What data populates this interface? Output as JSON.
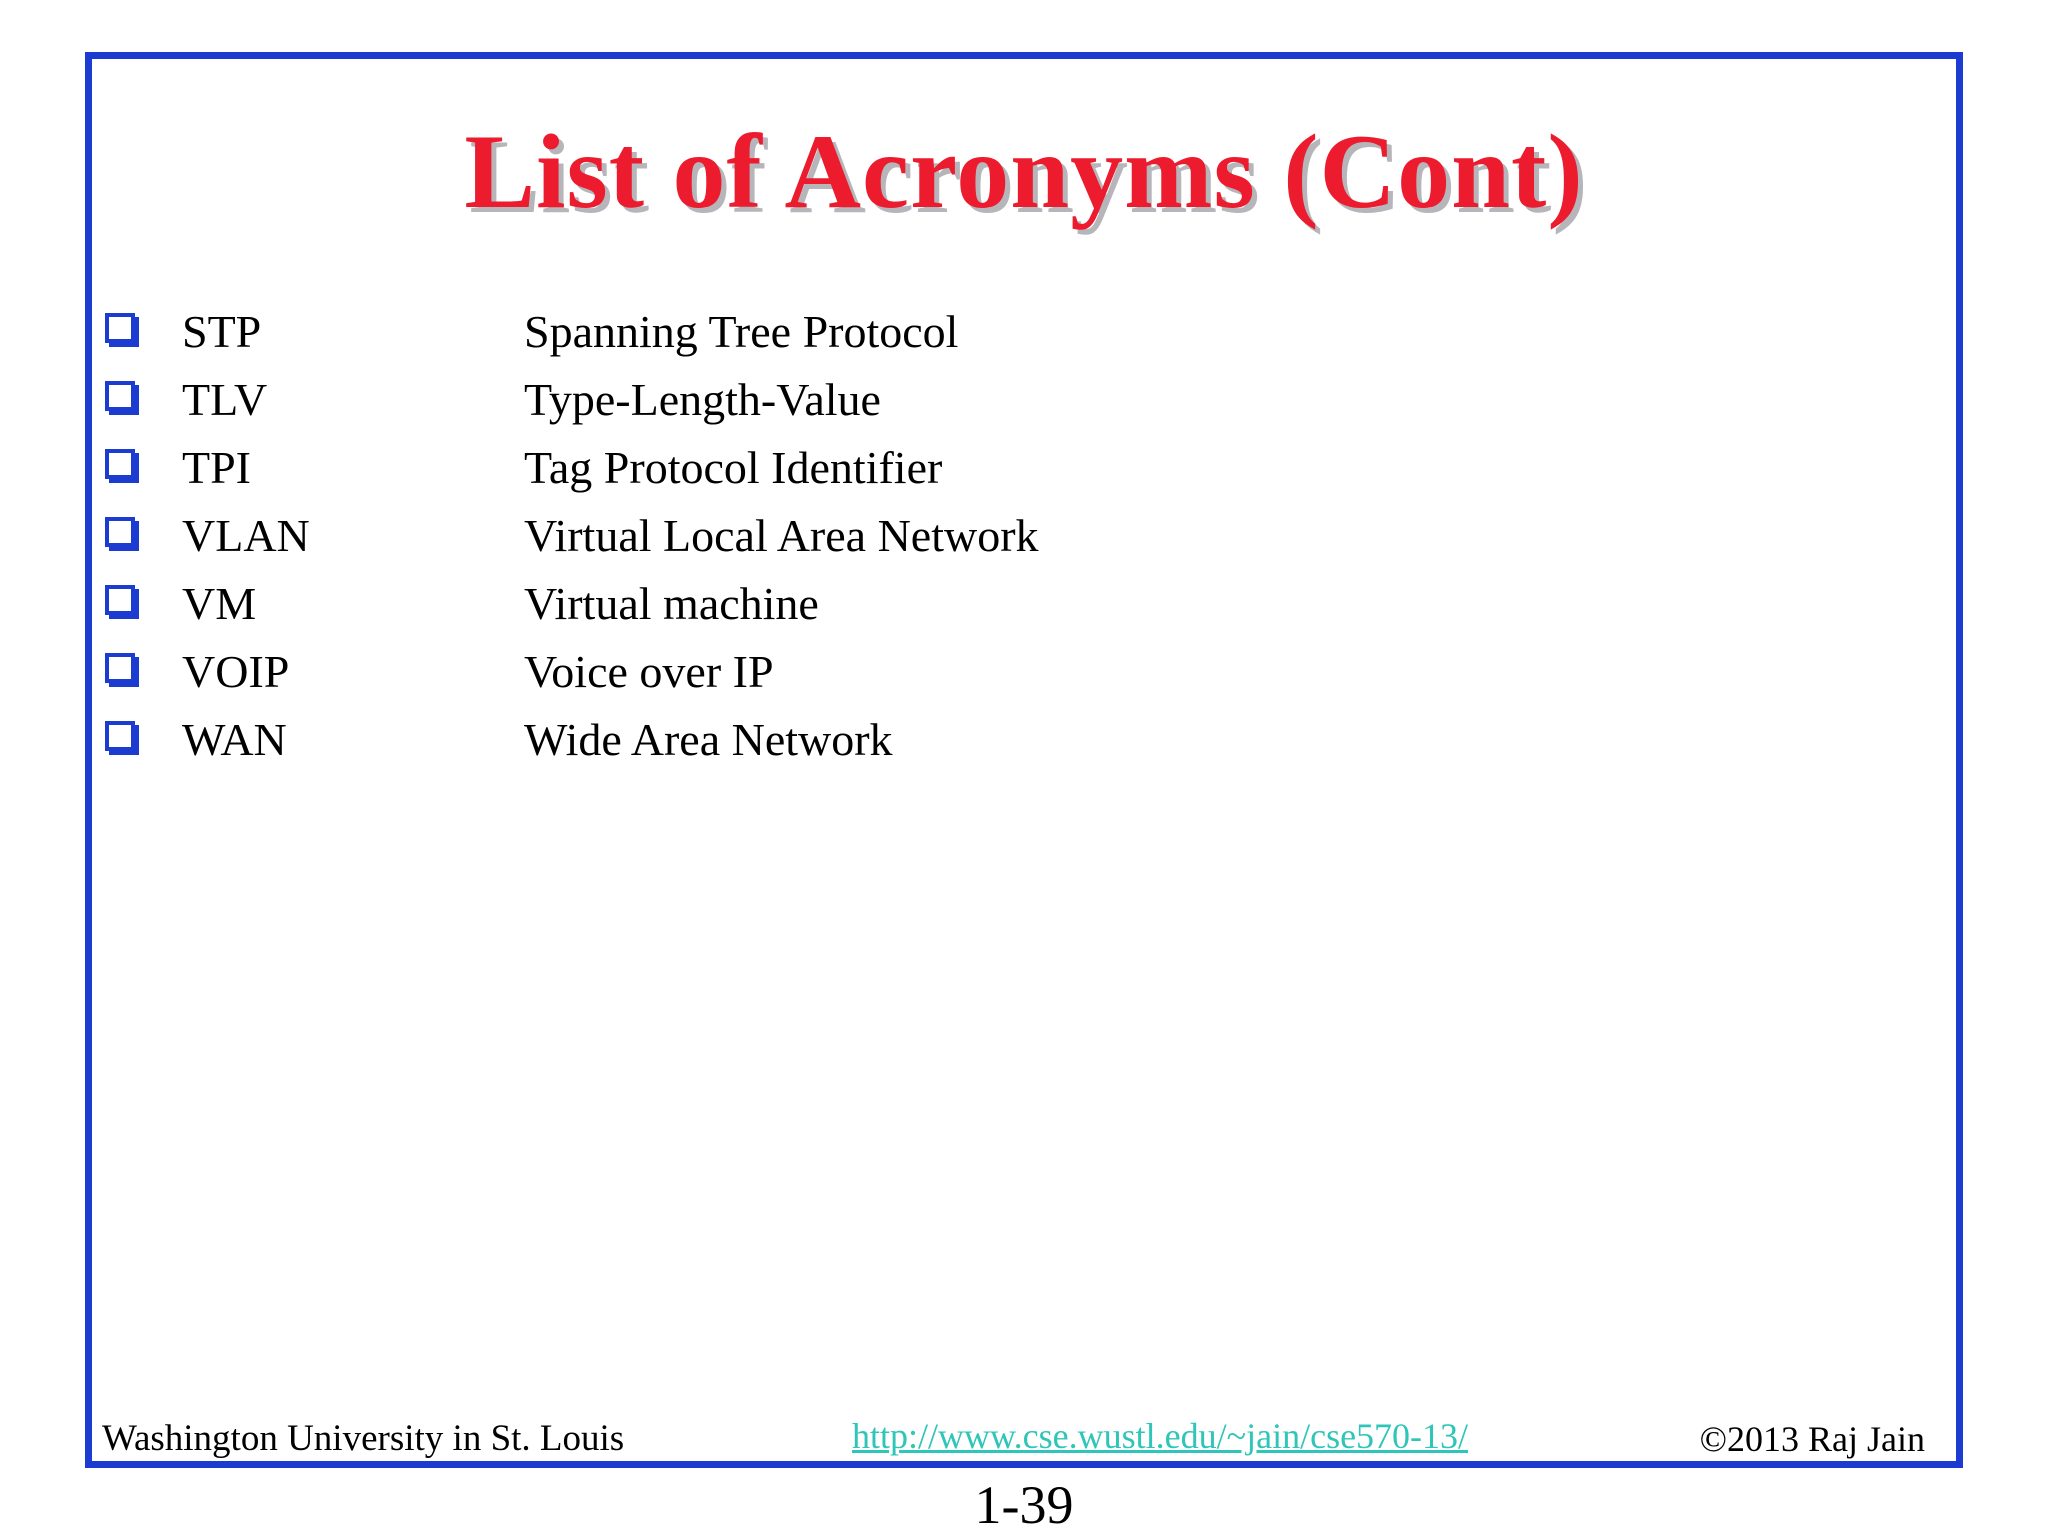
{
  "slide": {
    "title": "List of Acronyms (Cont)",
    "acronyms": [
      {
        "acronym": "STP",
        "definition": "Spanning Tree Protocol"
      },
      {
        "acronym": "TLV",
        "definition": "Type-Length-Value"
      },
      {
        "acronym": "TPI",
        "definition": "Tag Protocol Identifier"
      },
      {
        "acronym": "VLAN",
        "definition": "Virtual Local Area Network"
      },
      {
        "acronym": "VM",
        "definition": "Virtual machine"
      },
      {
        "acronym": "VOIP",
        "definition": "Voice over IP"
      },
      {
        "acronym": "WAN",
        "definition": "Wide Area Network"
      }
    ],
    "footer": {
      "organization": "Washington University in St. Louis",
      "url": "http://www.cse.wustl.edu/~jain/cse570-13/",
      "copyright": "©2013 Raj Jain"
    },
    "page_number": "1-39"
  },
  "colors": {
    "border_blue": "#1c3bd0",
    "title_red": "#ec1b2e",
    "title_shadow_gray": "#b6b6ba",
    "link_teal": "#2fc5b8",
    "text_black": "#000000"
  },
  "icons": {
    "bullet": "shadowed-square-bullet-icon"
  }
}
